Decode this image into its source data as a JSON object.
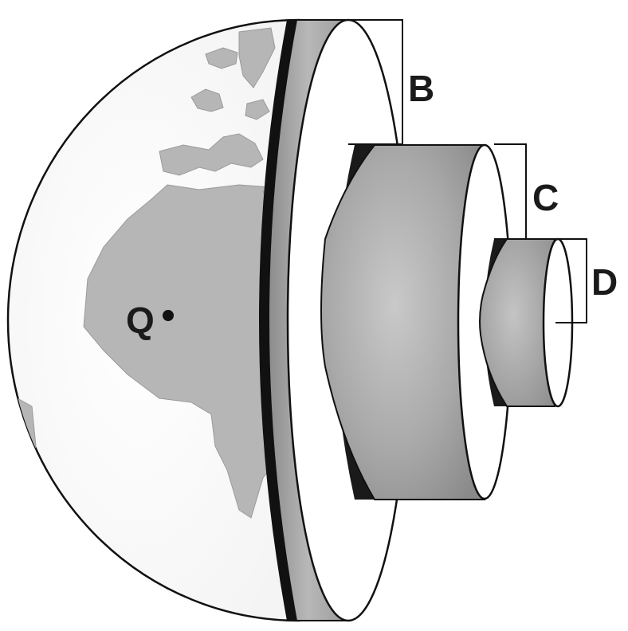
{
  "labels": {
    "B": "B",
    "C": "C",
    "D": "D",
    "Q": "Q"
  },
  "colors": {
    "outline": "#111111",
    "globe_fill": "#ffffff",
    "land": "#b4b4b4",
    "shell_gray": "#a9a9a9",
    "shadow": "#1a1a1a"
  }
}
